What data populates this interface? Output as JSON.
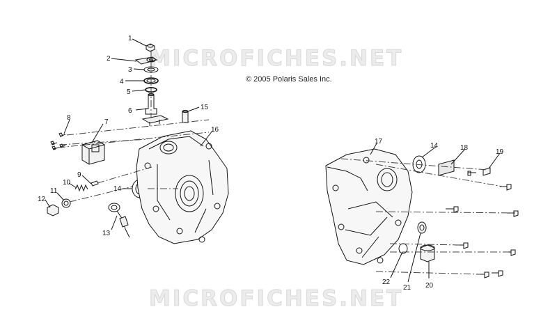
{
  "watermark": "MICROFICHES.NET",
  "copyright": "© 2005 Polaris Sales Inc.",
  "callouts": [
    "1",
    "2",
    "3",
    "4",
    "5",
    "6",
    "7",
    "8",
    "9",
    "10",
    "11",
    "12",
    "13",
    "14",
    "15",
    "16",
    "17",
    "14",
    "18",
    "19",
    "20",
    "21",
    "22"
  ],
  "colors": {
    "ink": "#111111",
    "watermark": "#d8d8d8",
    "background": "#ffffff"
  }
}
